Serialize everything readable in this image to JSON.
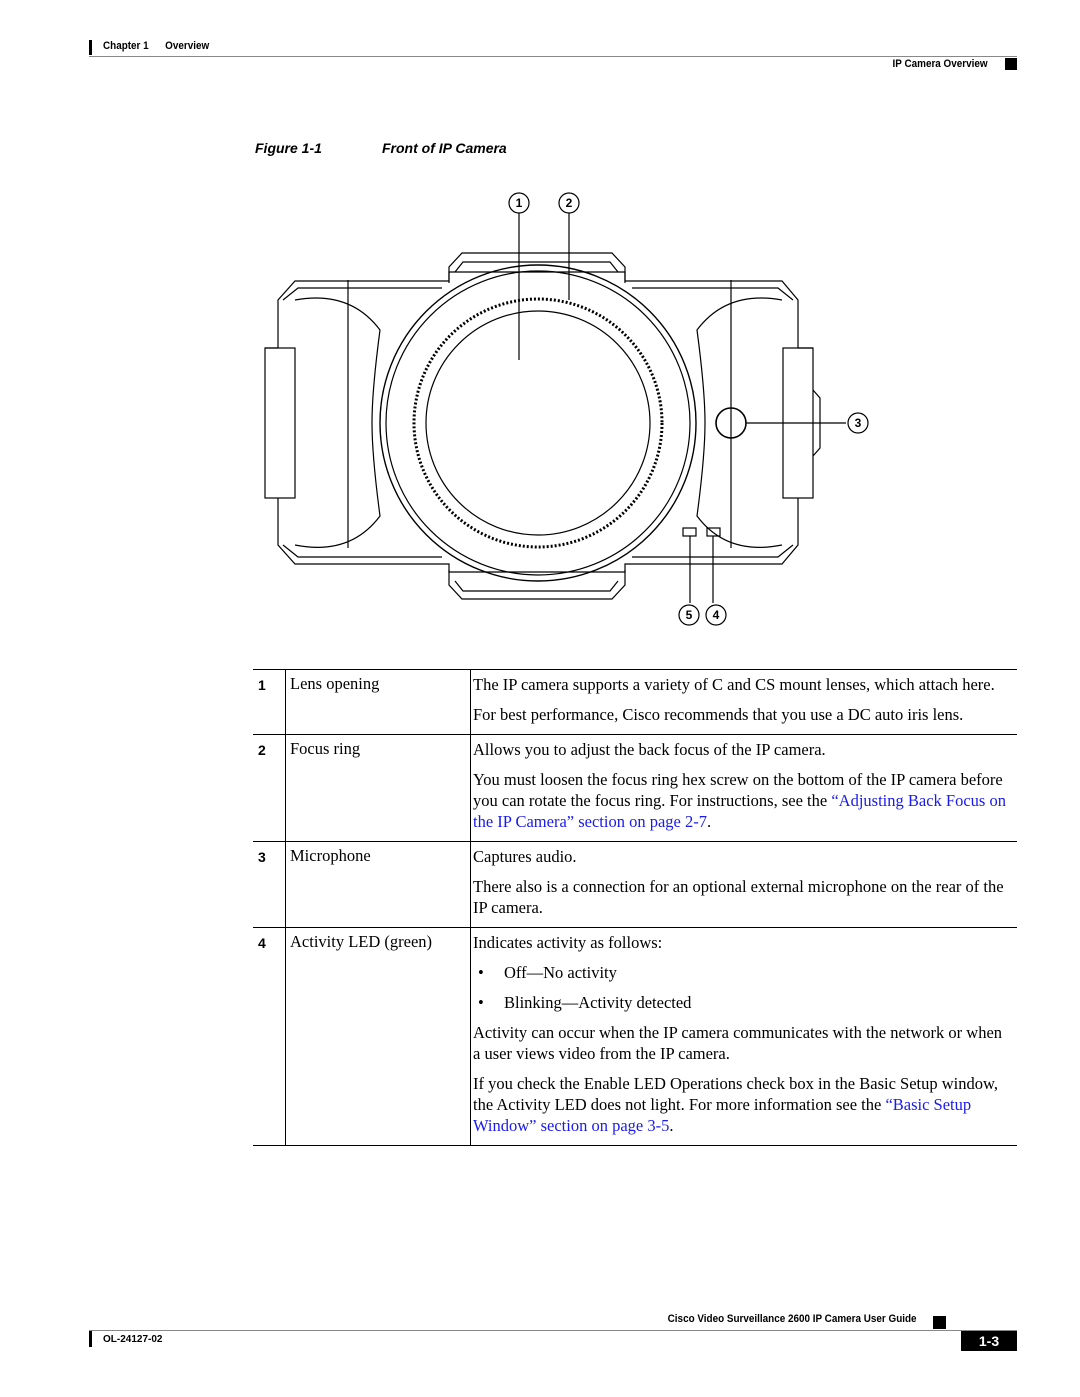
{
  "header": {
    "chapter": "Chapter 1      Overview",
    "section": "IP Camera Overview"
  },
  "figure": {
    "number": "Figure 1-1",
    "title": "Front of IP Camera",
    "callouts": [
      "1",
      "2",
      "3",
      "5",
      "4"
    ]
  },
  "table": {
    "rows": [
      {
        "num": "1",
        "term": "Lens opening",
        "paras": [
          "The IP camera supports a variety of C and CS mount lenses, which attach here.",
          "For best performance, Cisco recommends that you use a DC auto iris lens."
        ]
      },
      {
        "num": "2",
        "term": "Focus ring",
        "para1": "Allows you to adjust the back focus of the IP camera.",
        "para2_text": "You must loosen the focus ring hex screw on the bottom of the IP camera before you can rotate the focus ring. For instructions, see the ",
        "para2_link": "“Adjusting Back Focus on the IP Camera” section on page 2-7",
        "para2_end": "."
      },
      {
        "num": "3",
        "term": "Microphone",
        "paras": [
          "Captures audio.",
          "There also is a connection for an optional external microphone on the rear of the IP camera."
        ]
      },
      {
        "num": "4",
        "term": "Activity LED (green)",
        "para1": "Indicates activity as follows:",
        "bullets": [
          "Off—No activity",
          "Blinking—Activity detected"
        ],
        "para2": "Activity can occur when the IP camera communicates with the network or when a user views video from the IP camera.",
        "para3_text": "If you check the Enable LED Operations check box in the Basic Setup window, the Activity LED does not light. For more information see the ",
        "para3_link": "“Basic Setup Window” section on page 3-5",
        "para3_end": "."
      }
    ]
  },
  "footer": {
    "title": "Cisco Video Surveillance 2600 IP Camera User Guide",
    "doc_id": "OL-24127-02",
    "page": "1-3"
  }
}
